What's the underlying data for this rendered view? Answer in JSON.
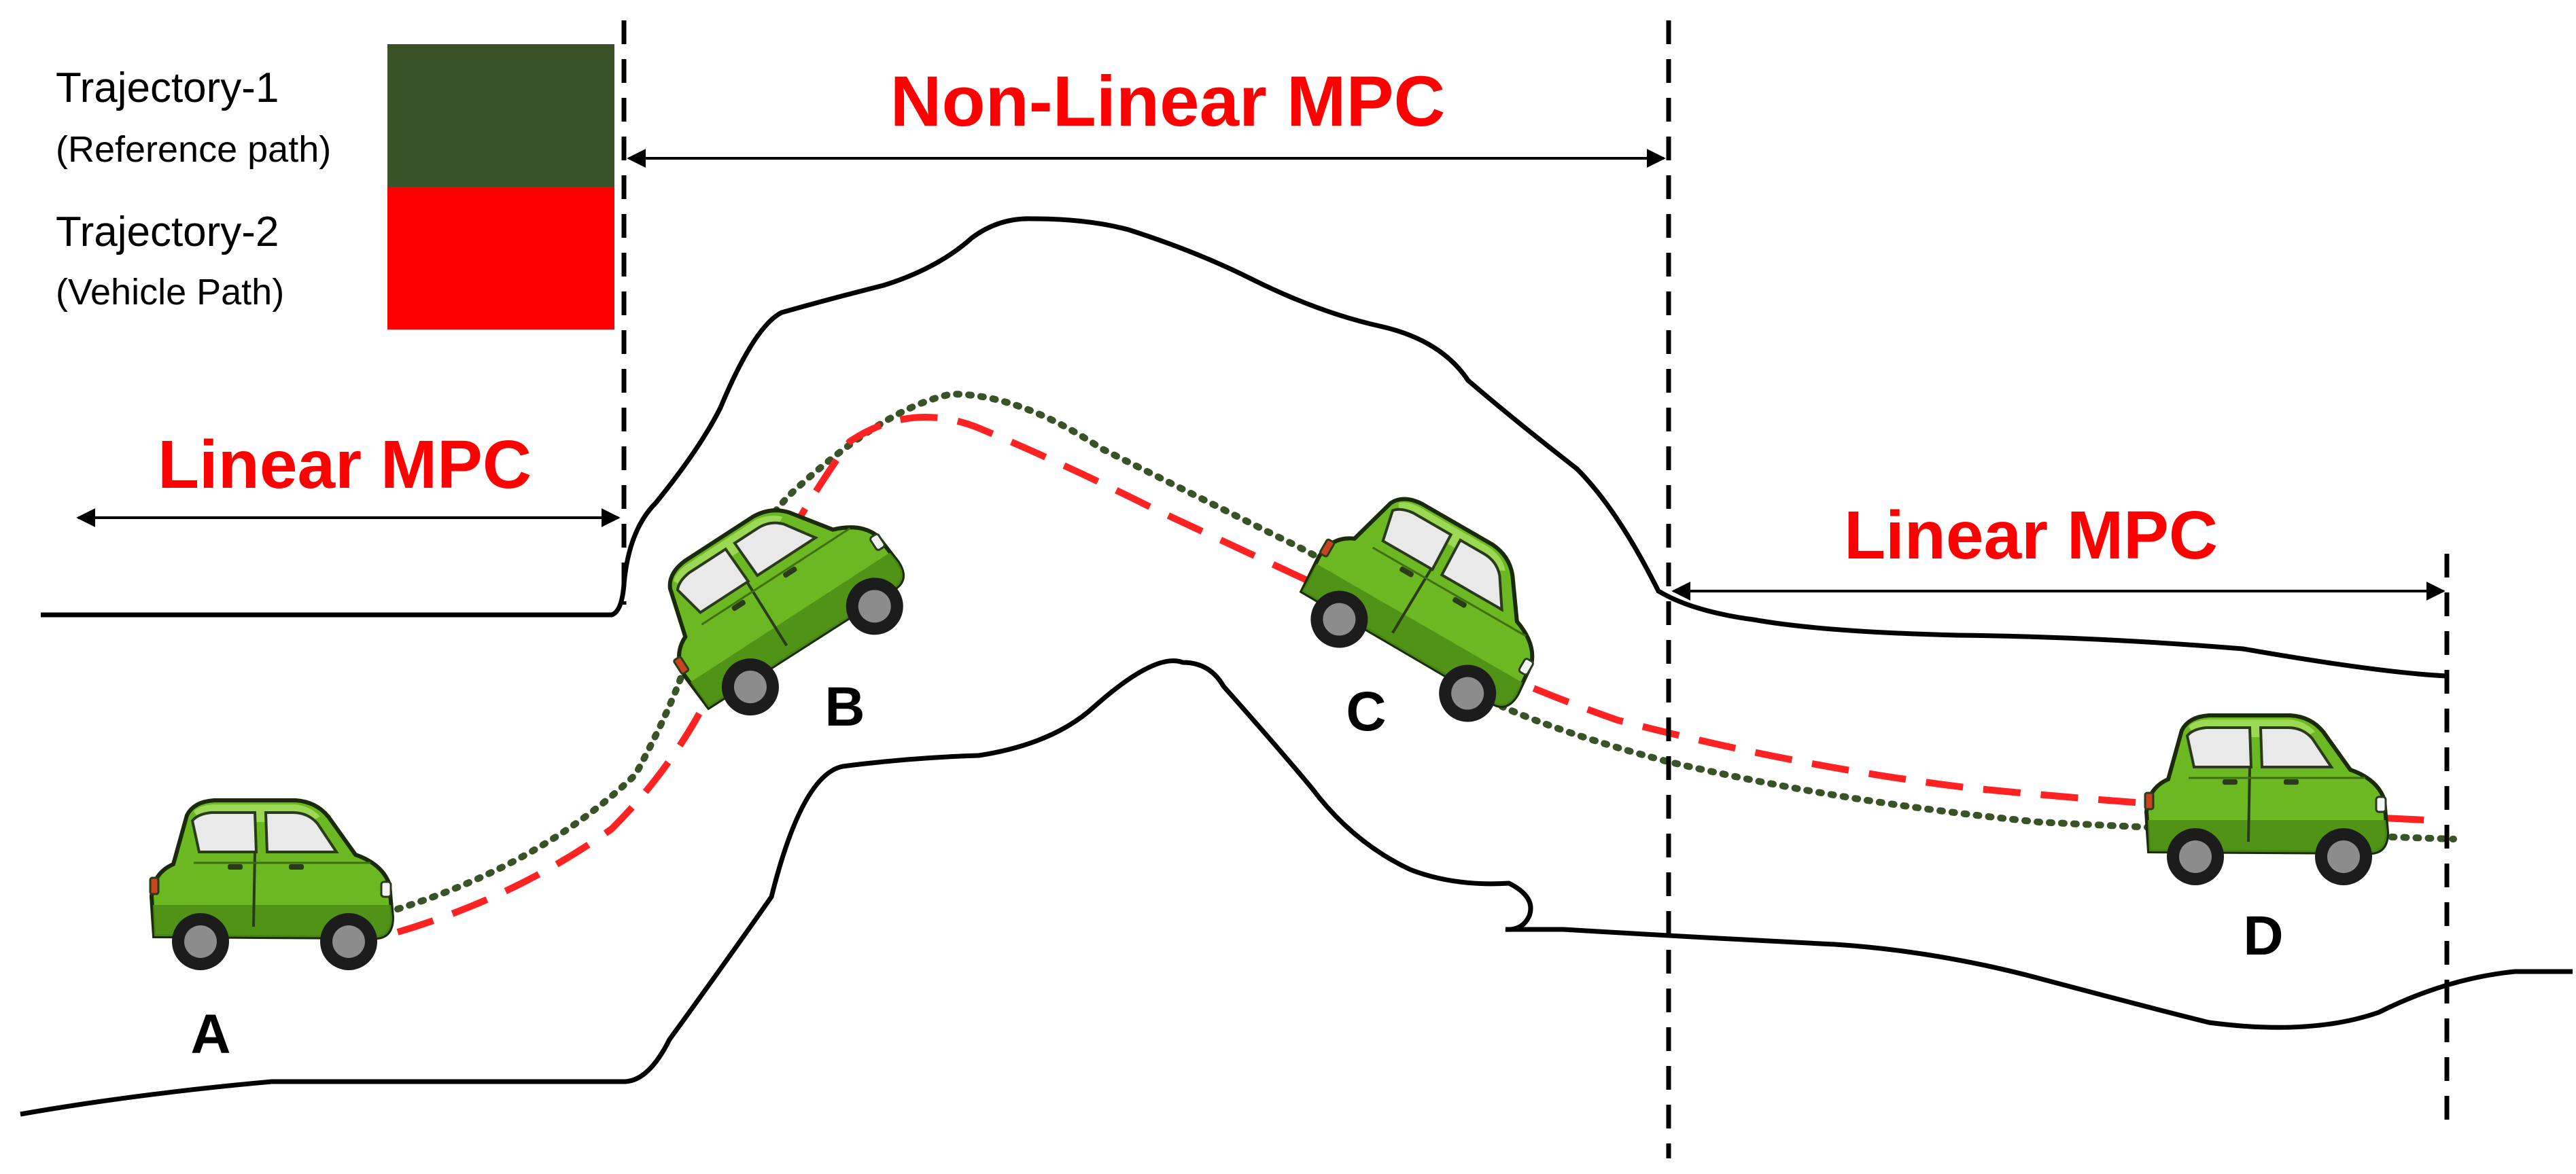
{
  "legend": {
    "items": [
      {
        "title": "Trajectory-1",
        "subtitle": "(Reference path)",
        "color": "#3a5228"
      },
      {
        "title": "Trajectory-2",
        "subtitle": "(Vehicle Path)",
        "color": "#ff0000"
      }
    ]
  },
  "regions": {
    "linear_left": "Linear MPC",
    "non_linear": "Non-Linear MPC",
    "linear_right": "Linear MPC",
    "label_color": "#ff0000"
  },
  "points": {
    "a": "A",
    "b": "B",
    "c": "C",
    "d": "D"
  },
  "colors": {
    "reference_path": "#3a5228",
    "vehicle_path": "#ff0000",
    "car_body": "#6cb823",
    "road_lines": "#000000"
  },
  "icons": {
    "car": "car-icon"
  }
}
